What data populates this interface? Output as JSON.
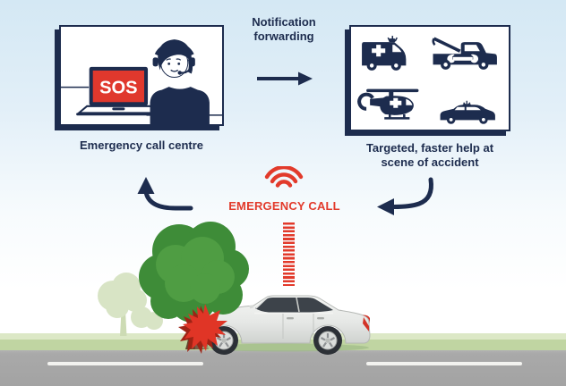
{
  "call_centre": {
    "label": "Emergency call centre",
    "laptop_screen_text": "SOS"
  },
  "notification": {
    "line1": "Notification",
    "line2": "forwarding"
  },
  "help_box": {
    "line1": "Targeted, faster help at",
    "line2": "scene of accident",
    "vehicle_icons": [
      "ambulance",
      "tow-truck",
      "rescue-helicopter",
      "police-car"
    ]
  },
  "emergency_call": {
    "label": "EMERGENCY CALL"
  },
  "scene": {
    "elements": [
      "tree",
      "background-tree",
      "crashed-car",
      "impact-star",
      "road",
      "grass"
    ]
  },
  "colors": {
    "navy": "#1d2c4e",
    "red": "#e23a2b",
    "tree_green": "#46963e",
    "pale_tree_green": "#d8e4c5",
    "grass_green": "#c0d5a2",
    "road_gray": "#a9a9a9",
    "sky_blue": "#d4e8f4",
    "car_silver": "#e9ebe9"
  }
}
